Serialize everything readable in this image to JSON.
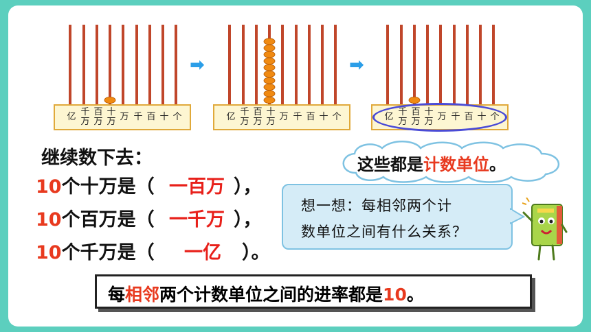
{
  "abacus_labels": {
    "yi": "亿",
    "qianwan": [
      "千",
      "万"
    ],
    "baiwan": [
      "百",
      "万"
    ],
    "shiwan": [
      "十",
      "万"
    ],
    "wan": "万",
    "qian": "千",
    "bai": "百",
    "shi": "十",
    "ge": "个"
  },
  "abaci": [
    {
      "beads_on_rod": "十万",
      "bead_count": 1
    },
    {
      "beads_on_rod": "十万",
      "bead_count": 10
    },
    {
      "beads_on_rod": "百万",
      "bead_count": 1
    }
  ],
  "colors": {
    "bead": "#f08a12",
    "rod": "#c0462a",
    "arrow": "#2b9ee8",
    "highlight": "#e83a1f",
    "background": "#5ccfbe"
  },
  "heading": "继续数下去：",
  "lines": [
    {
      "num": "10",
      "text": "个十万是（",
      "answer": "一百万",
      "close": "），"
    },
    {
      "num": "10",
      "text": "个百万是（",
      "answer": "一千万",
      "close": "），"
    },
    {
      "num": "10",
      "text": "个千万是（",
      "answer": "一亿",
      "close": "）。"
    }
  ],
  "cloud": {
    "prefix": "这些都是",
    "highlight": "计数单位",
    "suffix": "。"
  },
  "think": {
    "line1": "想一想：每相邻两个计",
    "line2": "数单位之间有什么关系？"
  },
  "banner": {
    "p1": "每",
    "h1": "相邻",
    "p2": "两个计数单位之间的进率都是",
    "h2": "10",
    "p3": "。"
  }
}
